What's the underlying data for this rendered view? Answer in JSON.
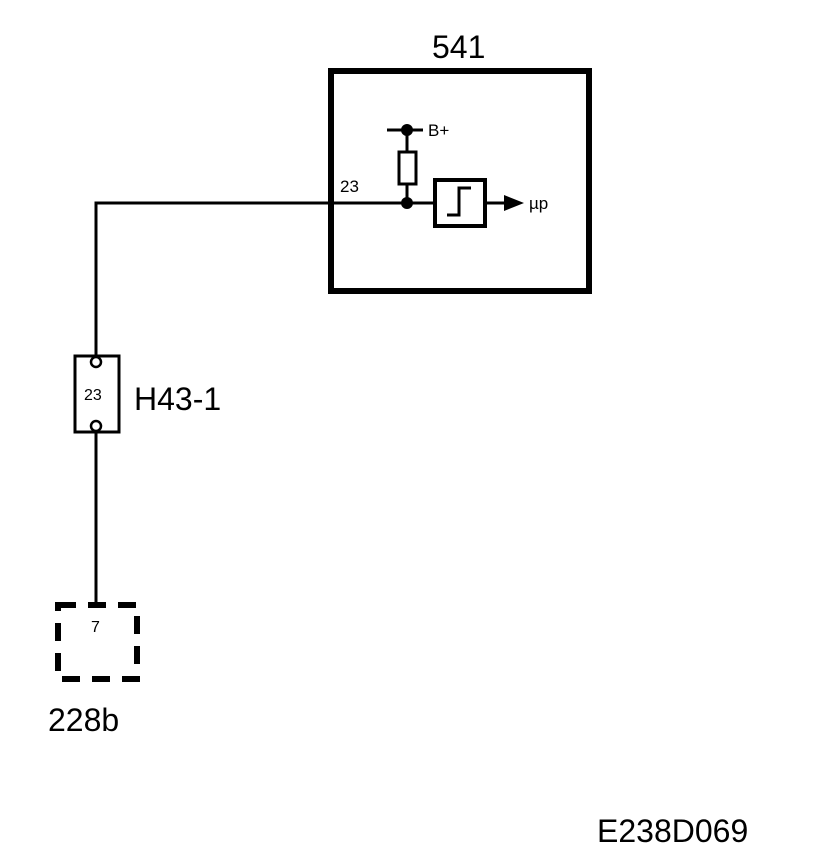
{
  "module": {
    "id": "541",
    "pin": "23",
    "supply": "B+",
    "output": "µp"
  },
  "connector": {
    "id": "H43-1",
    "pin": "23"
  },
  "ground_module": {
    "id": "228b",
    "pin": "7"
  },
  "drawing_code": "E238D069"
}
